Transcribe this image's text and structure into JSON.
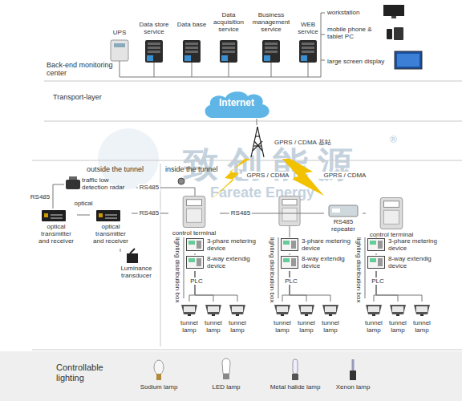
{
  "diagram": {
    "nodes": [
      {
        "text": [
          "UPS"
        ]
      },
      {
        "text": [
          "Data store service"
        ]
      },
      {
        "text": [
          "Data base"
        ]
      },
      {
        "text": [
          "Data acquisition service"
        ]
      },
      {
        "text": [
          "Business management service"
        ]
      },
      {
        "text": [
          "WEB service"
        ]
      },
      {
        "text": [
          "workstation"
        ]
      },
      {
        "text": [
          "mobile phone & tablet PC"
        ]
      },
      {
        "text": [
          "large screen display"
        ]
      },
      {
        "text": [
          "Internet"
        ]
      },
      {
        "text": [
          "GPRS / CDMA 基站"
        ]
      },
      {
        "text": [
          "traffic low detection radar"
        ]
      },
      {
        "text": [
          "optical transmitter and receiver"
        ]
      },
      {
        "text": [
          "optical transmitter and receiver"
        ]
      },
      {
        "text": [
          "Luminance transducer"
        ]
      },
      {
        "text": [
          "control terminal"
        ]
      },
      {
        "text": [
          "RS485 repeater"
        ]
      },
      {
        "text": [
          "control terminal"
        ]
      },
      {
        "text": [
          "3-phare metering device"
        ]
      },
      {
        "text": [
          "8-way extendig device"
        ]
      },
      {
        "text": [
          "3-phare metering device"
        ]
      },
      {
        "text": [
          "8-way extendig device"
        ]
      },
      {
        "text": [
          "3-phare metering device"
        ]
      },
      {
        "text": [
          "8-way extendig device"
        ]
      },
      {
        "text": [
          "tunnel lamp"
        ]
      },
      {
        "text": [
          "tunnel lamp"
        ]
      },
      {
        "text": [
          "tunnel lamp"
        ]
      },
      {
        "text": [
          "tunnel lamp"
        ]
      },
      {
        "text": [
          "tunnel lamp"
        ]
      },
      {
        "text": [
          "tunnel lamp"
        ]
      },
      {
        "text": [
          "tunnel lamp"
        ]
      },
      {
        "text": [
          "tunnel lamp"
        ]
      },
      {
        "text": [
          "tunnel lamp"
        ]
      },
      {
        "text": [
          "Sodium lamp"
        ]
      },
      {
        "text": [
          "LED lamp"
        ]
      },
      {
        "text": [
          "Metal halide lamp"
        ]
      },
      {
        "text": [
          "Xenon lamp"
        ]
      }
    ],
    "edges": [
      {
        "from": 10,
        "to": 9,
        "arrow": "none"
      },
      {
        "from": 11,
        "to": 12,
        "label": "RS485",
        "arrow": "none"
      },
      {
        "from": 12,
        "to": 13,
        "label": "optical",
        "arrow": "none"
      },
      {
        "from": 11,
        "to": 15,
        "label": "RS485",
        "arrow": "none"
      },
      {
        "from": 13,
        "to": 15,
        "label": "RS485",
        "arrow": "none"
      },
      {
        "from": 14,
        "to": 13,
        "arrow": "none"
      },
      {
        "from": 15,
        "to": 16,
        "label": "RS485",
        "arrow": "none"
      },
      {
        "from": 16,
        "to": 17,
        "arrow": "none"
      },
      {
        "from": 15,
        "to": 18,
        "arrow": "none"
      },
      {
        "from": 18,
        "to": 19,
        "arrow": "none"
      },
      {
        "from": 19,
        "to": 24,
        "arrow": "none"
      },
      {
        "from": 19,
        "to": 25,
        "arrow": "none"
      },
      {
        "from": 19,
        "to": 26,
        "arrow": "none"
      },
      {
        "from": 20,
        "to": 21,
        "arrow": "none"
      },
      {
        "from": 21,
        "to": 27,
        "arrow": "none"
      },
      {
        "from": 21,
        "to": 28,
        "arrow": "none"
      },
      {
        "from": 21,
        "to": 29,
        "arrow": "none"
      },
      {
        "from": 17,
        "to": 22,
        "arrow": "none"
      },
      {
        "from": 22,
        "to": 23,
        "arrow": "none"
      },
      {
        "from": 23,
        "to": 30,
        "arrow": "none"
      },
      {
        "from": 23,
        "to": 31,
        "arrow": "none"
      },
      {
        "from": 23,
        "to": 32,
        "arrow": "none"
      }
    ],
    "labels": [
      "Back-end monitoring center",
      "Transport-layer",
      "致创能源",
      "Fareate Energy",
      "®",
      "outside the tunnel",
      "inside the tunnel",
      "GPRS / CDMA",
      "GPRS / CDMA",
      "lighting distribution box",
      "PLC",
      "lighting distribution box",
      "PLC",
      "lighting distribution box",
      "PLC",
      "Controllable lighting"
    ]
  }
}
